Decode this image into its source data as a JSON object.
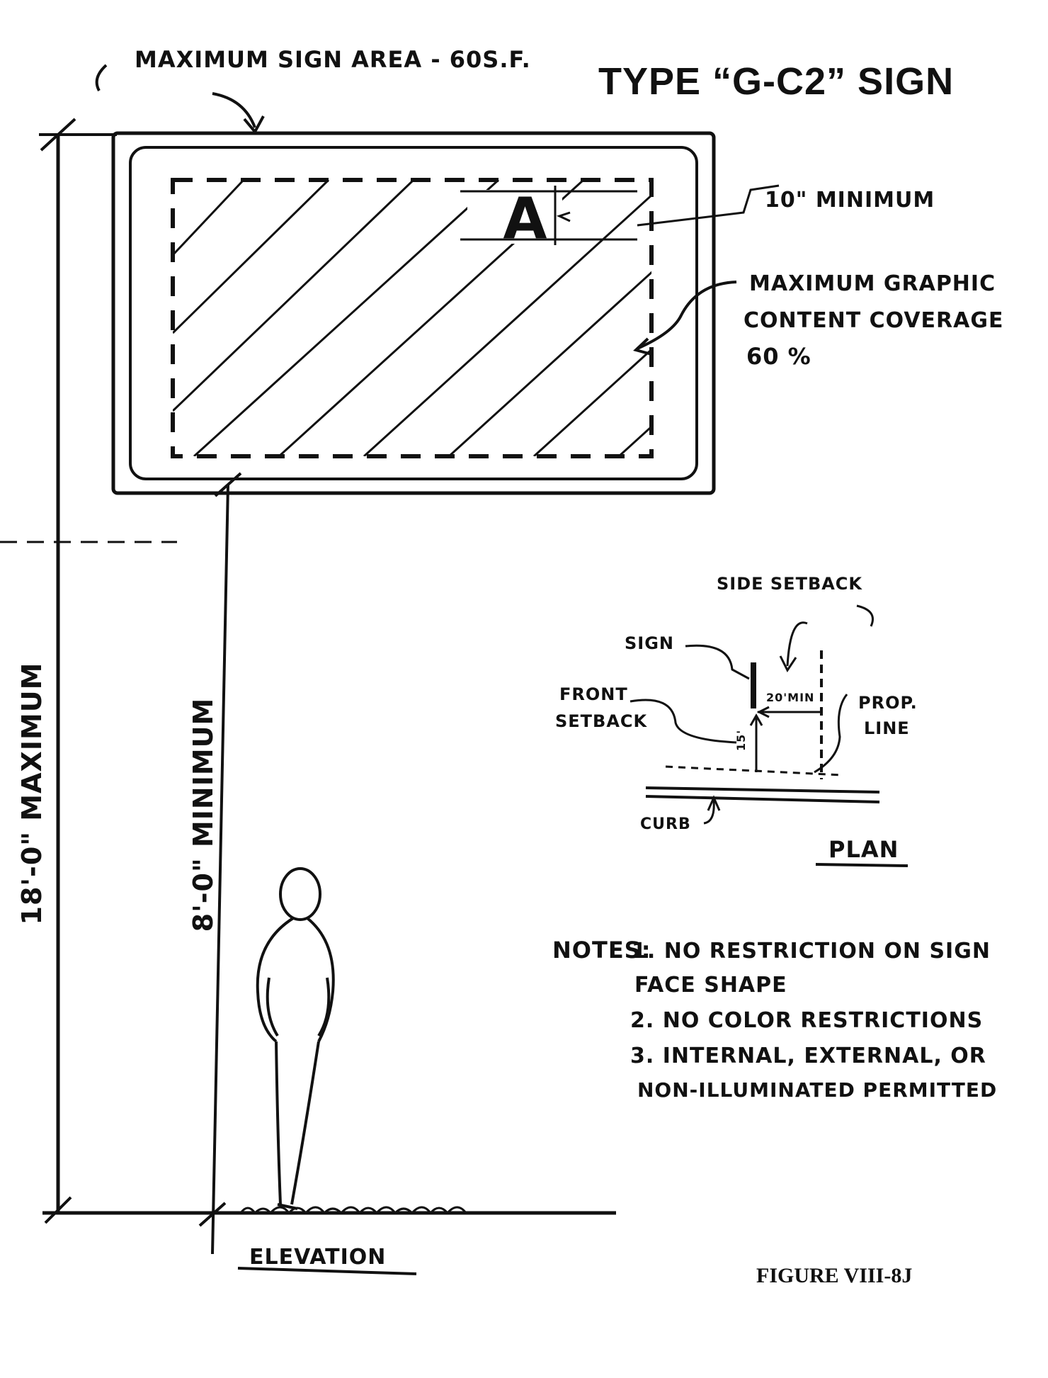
{
  "title": "TYPE “G-C2” SIGN",
  "figure_label": "FIGURE VIII-8J",
  "elevation": {
    "sign_area_note": "MAXIMUM SIGN AREA - 60S.F.",
    "letter_sample": "A",
    "letter_height_note": "10\" MINIMUM",
    "coverage_note_lines": [
      "MAXIMUM GRAPHIC",
      "CONTENT COVERAGE",
      "60 %"
    ],
    "height_max": "18'-0\" MAXIMUM",
    "clearance_min": "8'-0\" MINIMUM",
    "view_label": "ELEVATION"
  },
  "plan": {
    "side_setback": "SIDE SETBACK",
    "sign": "SIGN",
    "front_setback_lines": [
      "FRONT",
      "SETBACK"
    ],
    "side_dim": "20'MIN",
    "front_dim": "15'",
    "prop_line_lines": [
      "PROP.",
      "LINE"
    ],
    "curb": "CURB",
    "view_label": "PLAN"
  },
  "notes": {
    "heading": "NOTES:",
    "lines": [
      "1. NO RESTRICTION ON SIGN",
      "FACE SHAPE",
      "2. NO COLOR RESTRICTIONS",
      "3. INTERNAL, EXTERNAL, OR",
      "NON-ILLUMINATED PERMITTED"
    ]
  }
}
